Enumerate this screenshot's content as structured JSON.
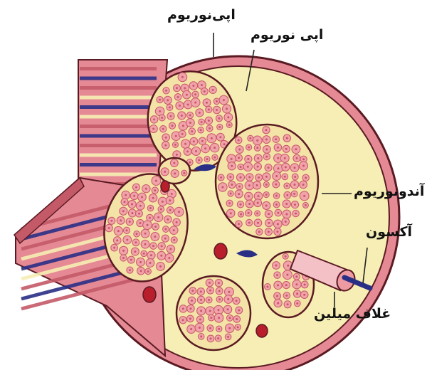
{
  "labels": {
    "epineurium_top": "اپی‌نوریوم",
    "perineurium": "اپی نوریوم",
    "endoneurium": "آندونوریوم",
    "axon": "آکسون",
    "myelin_sheath": "غلاف میلین"
  },
  "colors": {
    "outer_sheath": "#e58a95",
    "outer_sheath_dark": "#c45a68",
    "connective_tissue": "#f6eeb4",
    "fascicle_fill": "#f3e3a6",
    "fiber_pink": "#f0a3a8",
    "fiber_dark": "#c8576a",
    "vessel_blue": "#2a2f86",
    "vessel_red": "#b81e2c",
    "outline": "#5a1a22"
  }
}
